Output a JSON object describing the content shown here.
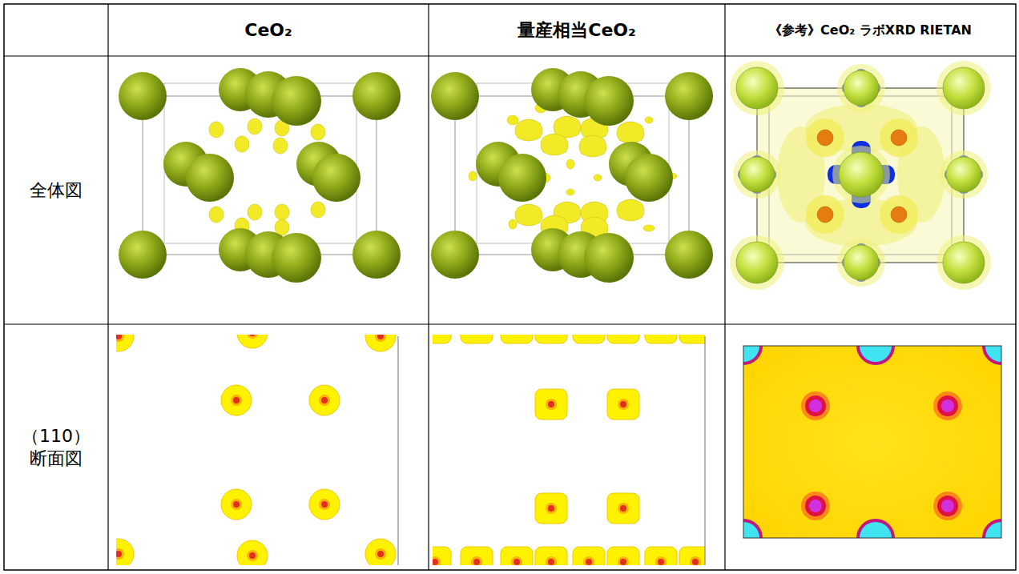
{
  "diagram": {
    "labels": [
      "CeO₂",
      "量産相当CeO₂",
      "《参考》CeO₂ ラボXRD RIETAN",
      "全体図",
      "（110） 断面図"
    ]
  }
}
